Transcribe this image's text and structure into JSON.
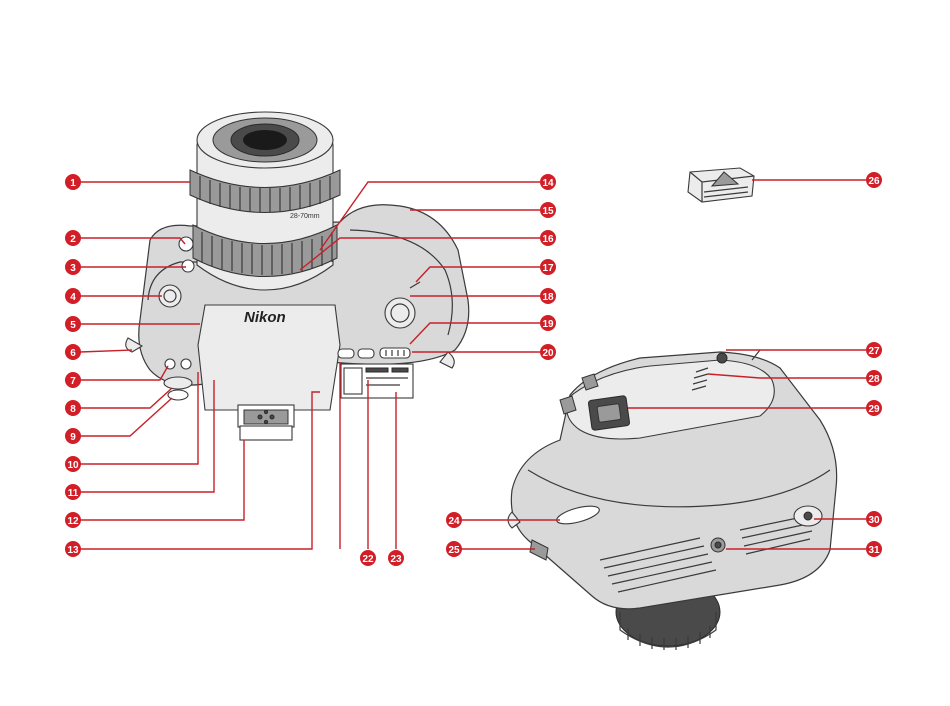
{
  "brand_logo": "Nikon",
  "lens_marking": "28-70mm",
  "callouts": [
    {
      "n": "1",
      "side": "left"
    },
    {
      "n": "2",
      "side": "left"
    },
    {
      "n": "3",
      "side": "left"
    },
    {
      "n": "4",
      "side": "left"
    },
    {
      "n": "5",
      "side": "left"
    },
    {
      "n": "6",
      "side": "left"
    },
    {
      "n": "7",
      "side": "left"
    },
    {
      "n": "8",
      "side": "left"
    },
    {
      "n": "9",
      "side": "left"
    },
    {
      "n": "10",
      "side": "left"
    },
    {
      "n": "11",
      "side": "left"
    },
    {
      "n": "12",
      "side": "left"
    },
    {
      "n": "13",
      "side": "left"
    },
    {
      "n": "14",
      "side": "right"
    },
    {
      "n": "15",
      "side": "right"
    },
    {
      "n": "16",
      "side": "right"
    },
    {
      "n": "17",
      "side": "right"
    },
    {
      "n": "18",
      "side": "right"
    },
    {
      "n": "19",
      "side": "right"
    },
    {
      "n": "20",
      "side": "right"
    },
    {
      "n": "22",
      "side": "bottom"
    },
    {
      "n": "23",
      "side": "bottom"
    },
    {
      "n": "24",
      "side": "left"
    },
    {
      "n": "25",
      "side": "left"
    },
    {
      "n": "26",
      "side": "right"
    },
    {
      "n": "27",
      "side": "right"
    },
    {
      "n": "28",
      "side": "right"
    },
    {
      "n": "29",
      "side": "right"
    },
    {
      "n": "30",
      "side": "right"
    },
    {
      "n": "31",
      "side": "right"
    }
  ]
}
